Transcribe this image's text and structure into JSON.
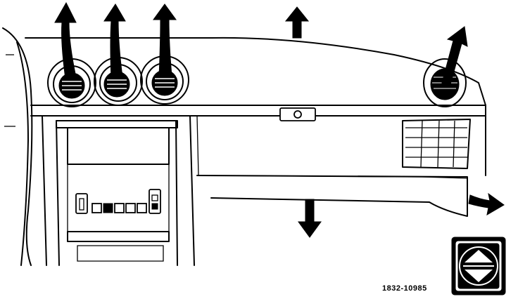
{
  "figure": {
    "reference_code": "1832-10985"
  },
  "airflow": {
    "outlet_count": 4,
    "arrows": [
      {
        "name": "left-outer-vent",
        "direction": "up"
      },
      {
        "name": "left-center-vent",
        "direction": "up"
      },
      {
        "name": "center-right-vent",
        "direction": "up"
      },
      {
        "name": "windshield-defrost",
        "direction": "up"
      },
      {
        "name": "right-vent",
        "direction": "up-right"
      },
      {
        "name": "footwell",
        "direction": "down"
      },
      {
        "name": "side-window",
        "direction": "right"
      }
    ]
  },
  "control_panel": {
    "button_count": 6
  },
  "symbol_badge": {
    "icon": "vent-split-up-down-icon"
  }
}
